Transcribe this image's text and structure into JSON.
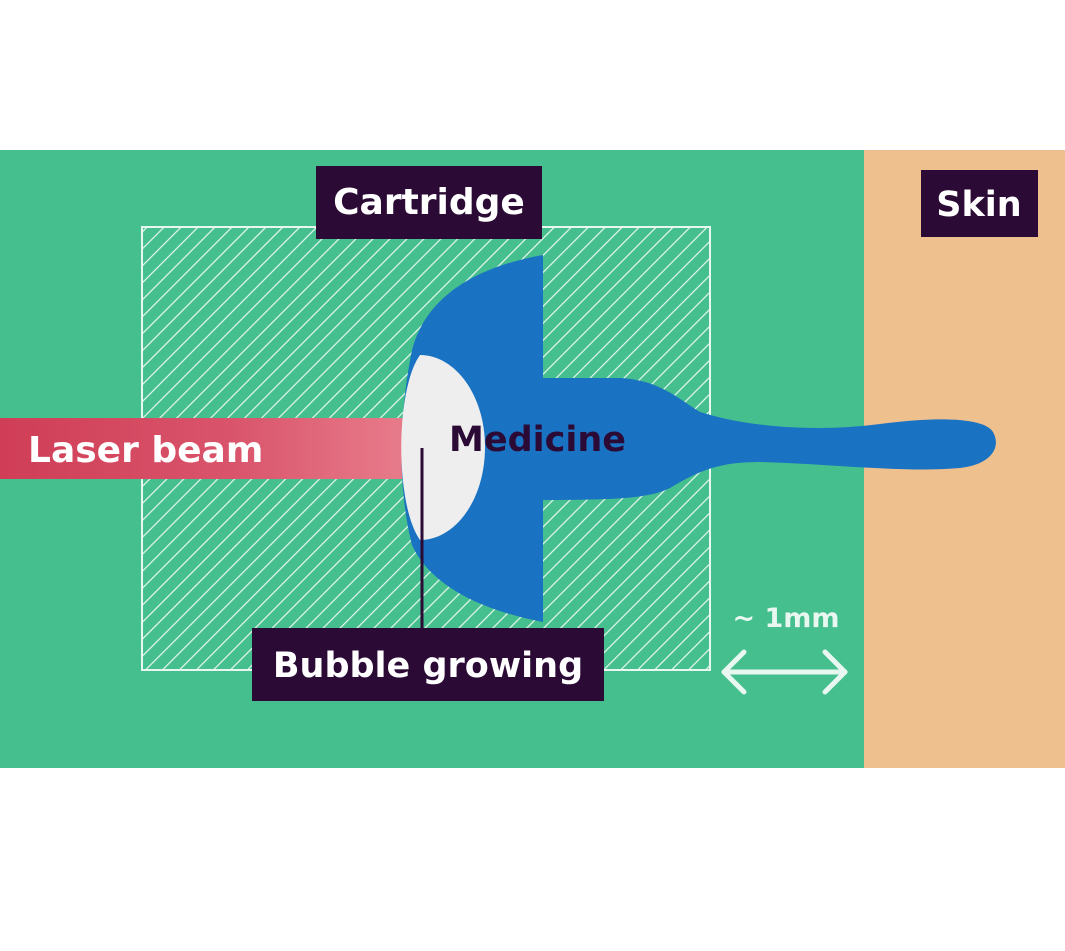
{
  "labels": {
    "cartridge": "Cartridge",
    "skin": "Skin",
    "laser_beam": "Laser beam",
    "medicine": "Medicine",
    "bubble_growing": "Bubble growing",
    "distance": "~ 1mm"
  },
  "colors": {
    "background": "#ffffff",
    "green_field": "#45bf8e",
    "skin": "#eec08e",
    "medicine": "#1a72c2",
    "bubble": "#eeeeee",
    "laser": "#cf3e56",
    "label_box": "#2b0a35",
    "label_text": "#ffffff",
    "hatch": "#e8f7f0",
    "medicine_text": "#2b0a35"
  }
}
